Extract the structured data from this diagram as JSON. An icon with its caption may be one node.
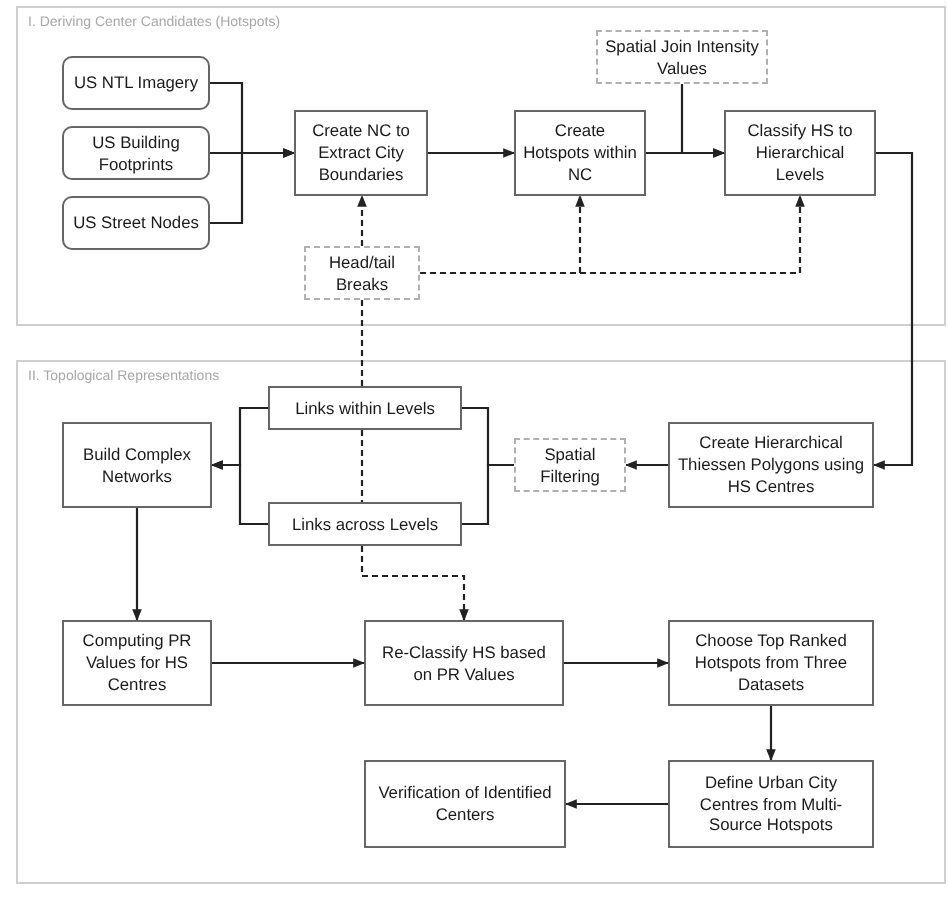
{
  "diagram": {
    "nodes": [
      {
        "text": [
          "I. Deriving Center Candidates (Hotspots)"
        ]
      },
      {
        "text": [
          "US NTL Imagery"
        ],
        "in": 0
      },
      {
        "text": [
          "US Building Footprints"
        ],
        "in": 0
      },
      {
        "text": [
          "US Street Nodes"
        ],
        "in": 0
      },
      {
        "text": [
          "Create NC to Extract City Boundaries"
        ],
        "in": 0
      },
      {
        "text": [
          "Create Hotspots within NC"
        ],
        "in": 0
      },
      {
        "text": [
          "Spatial Join Intensity Values"
        ],
        "in": 0
      },
      {
        "text": [
          "Classify HS to Hierarchical Levels"
        ],
        "in": 0
      },
      {
        "text": [
          "Head/tail Breaks"
        ],
        "in": 0
      },
      {
        "text": [
          "II. Topological Representations"
        ]
      },
      {
        "text": [
          "Links within Levels"
        ],
        "in": 9
      },
      {
        "text": [
          "Build Complex Networks"
        ],
        "in": 9
      },
      {
        "text": [
          "Spatial Filtering"
        ],
        "in": 9
      },
      {
        "text": [
          "Create Hierarchical Thiessen Polygons using HS Centres"
        ],
        "in": 9
      },
      {
        "text": [
          "Links across Levels"
        ],
        "in": 9
      },
      {
        "text": [
          "Computing PR Values for HS Centres"
        ],
        "in": 9
      },
      {
        "text": [
          "Re-Classify HS based on PR Values"
        ],
        "in": 9
      },
      {
        "text": [
          "Choose Top Ranked Hotspots from Three Datasets"
        ],
        "in": 9
      },
      {
        "text": [
          "Verification of Identified Centers"
        ],
        "in": 9
      },
      {
        "text": [
          "Define Urban City Centres from Multi-Source Hotspots"
        ],
        "in": 9
      }
    ],
    "edges": [
      {
        "from": 1,
        "to": 4,
        "arrow": "to"
      },
      {
        "from": 2,
        "to": 4,
        "arrow": "to"
      },
      {
        "from": 3,
        "to": 4,
        "arrow": "to"
      },
      {
        "from": 4,
        "to": 5,
        "arrow": "to"
      },
      {
        "from": 5,
        "to": 7,
        "arrow": "to"
      },
      {
        "from": 6,
        "to": 7,
        "arrow": "to"
      },
      {
        "from": 8,
        "to": 4,
        "arrow": "to",
        "style": "dashed"
      },
      {
        "from": 8,
        "to": 5,
        "arrow": "to",
        "style": "dashed"
      },
      {
        "from": 8,
        "to": 7,
        "arrow": "to",
        "style": "dashed"
      },
      {
        "from": 7,
        "to": 13,
        "arrow": "to"
      },
      {
        "from": 13,
        "to": 12,
        "arrow": "to"
      },
      {
        "from": 12,
        "to": 10,
        "arrow": "none"
      },
      {
        "from": 12,
        "to": 14,
        "arrow": "none"
      },
      {
        "from": 10,
        "to": 11,
        "arrow": "to"
      },
      {
        "from": 14,
        "to": 11,
        "arrow": "to"
      },
      {
        "from": 8,
        "to": 10,
        "arrow": "none",
        "style": "dashed"
      },
      {
        "from": 10,
        "to": 14,
        "arrow": "none",
        "style": "dashed"
      },
      {
        "from": 14,
        "to": 16,
        "arrow": "to",
        "style": "dashed"
      },
      {
        "from": 11,
        "to": 15,
        "arrow": "to"
      },
      {
        "from": 15,
        "to": 16,
        "arrow": "to"
      },
      {
        "from": 16,
        "to": 17,
        "arrow": "to"
      },
      {
        "from": 17,
        "to": 19,
        "arrow": "to"
      },
      {
        "from": 19,
        "to": 18,
        "arrow": "to"
      }
    ]
  }
}
